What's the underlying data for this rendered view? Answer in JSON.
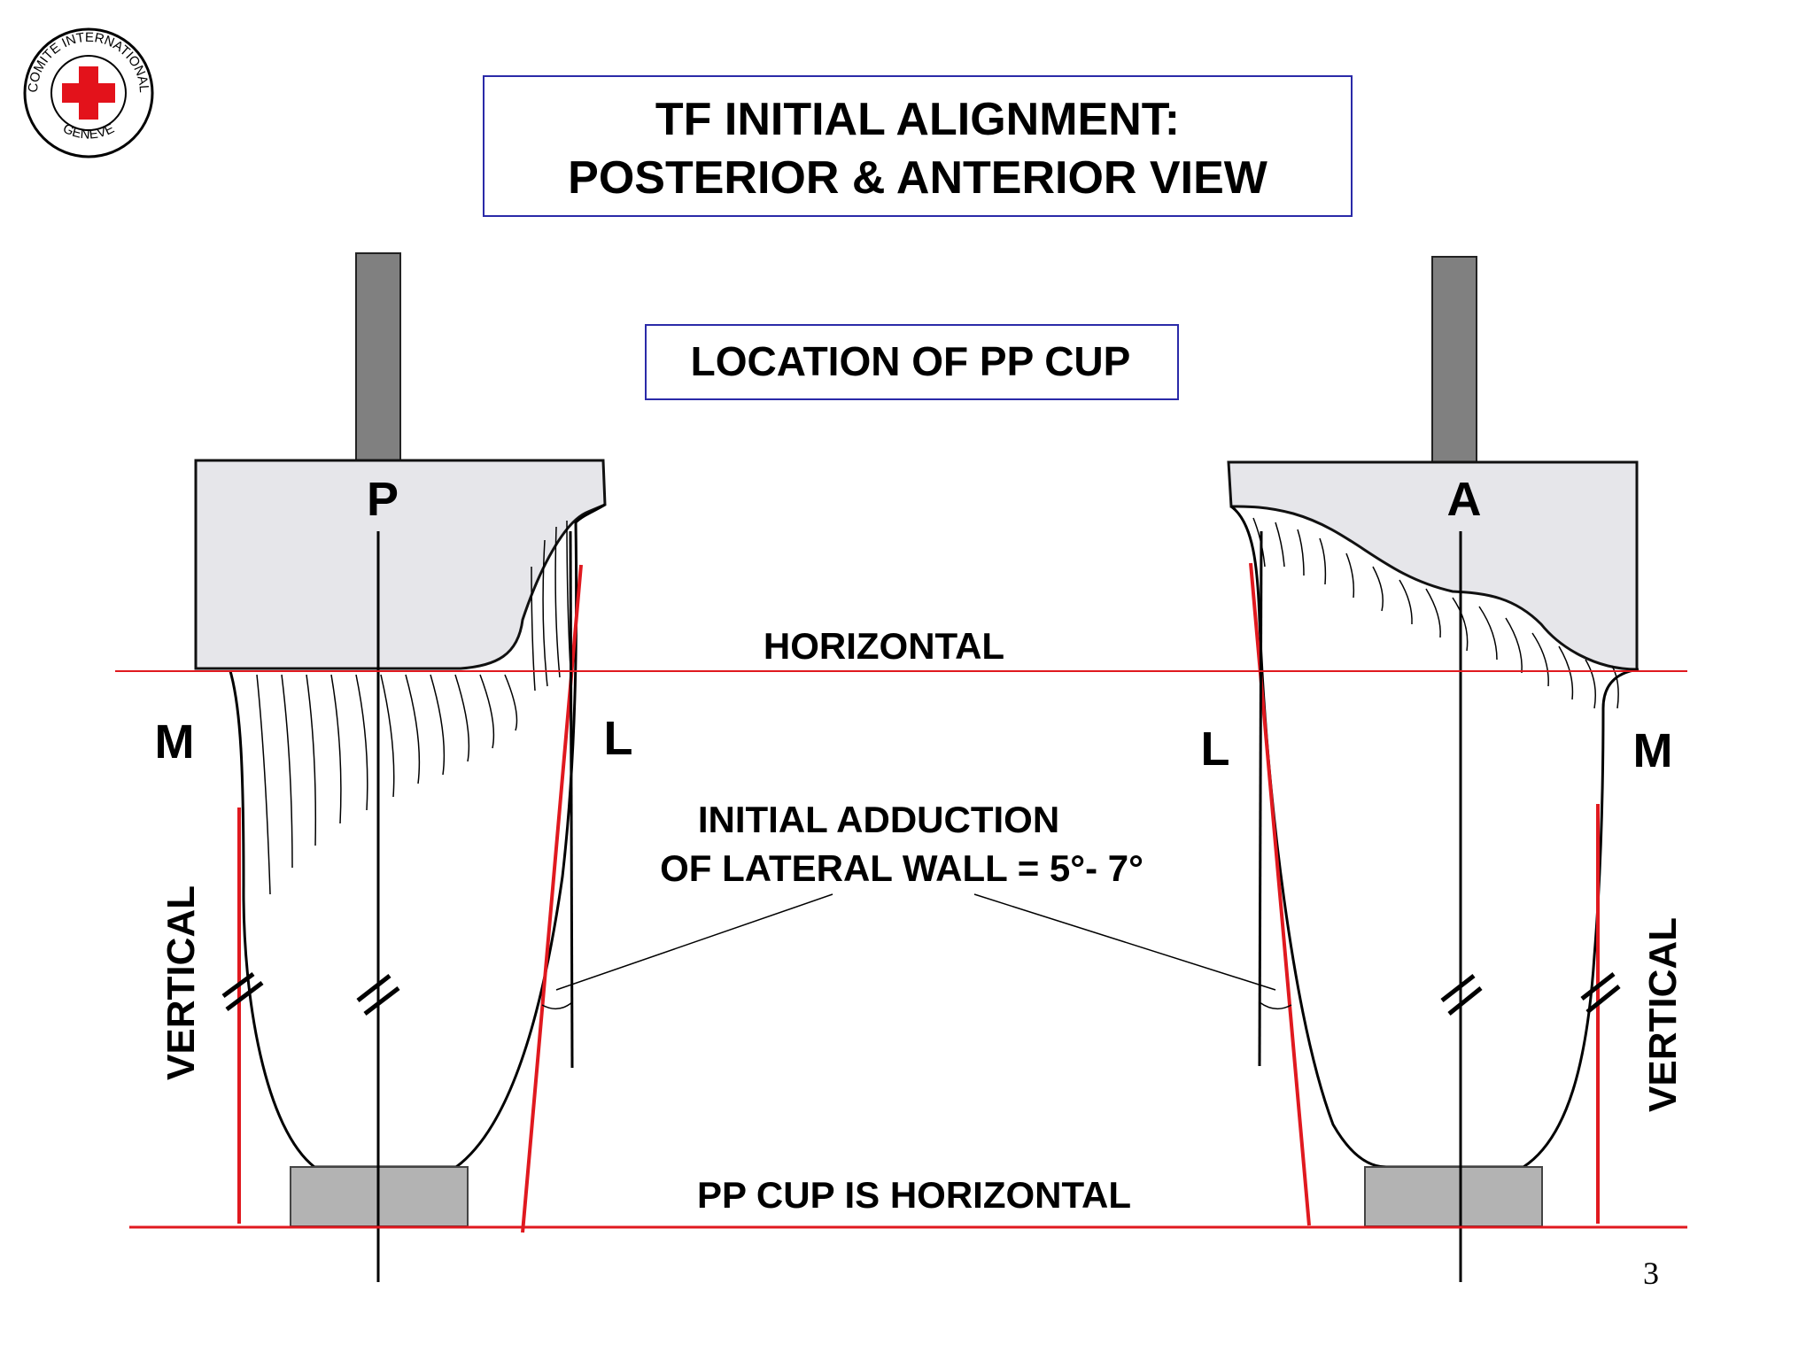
{
  "slide": {
    "title_line1": "TF INITIAL ALIGNMENT:",
    "title_line2": "POSTERIOR & ANTERIOR VIEW",
    "subtitle": "LOCATION OF PP CUP",
    "page_number": "3"
  },
  "logo": {
    "text_top": "COMITE INTERNATIONAL",
    "text_bottom": "GENEVE",
    "cross_color": "#e3121b"
  },
  "labels": {
    "horizontal": "HORIZONTAL",
    "adduction_line1": "INITIAL ADDUCTION",
    "adduction_line2": "OF LATERAL WALL = 5°- 7°",
    "pp_cup_horizontal": "PP CUP IS HORIZONTAL",
    "posterior_marker": "P",
    "anterior_marker": "A",
    "medial_left": "M",
    "lateral_left": "L",
    "lateral_right": "L",
    "medial_right": "M",
    "vertical_left": "VERTICAL",
    "vertical_right": "VERTICAL"
  },
  "colors": {
    "reference_line": "#e0191f",
    "jig_fill": "#e6e6ea",
    "pylon_fill": "#808080",
    "cup_fill": "#b3b3b3",
    "box_border": "#2a2aa8"
  }
}
